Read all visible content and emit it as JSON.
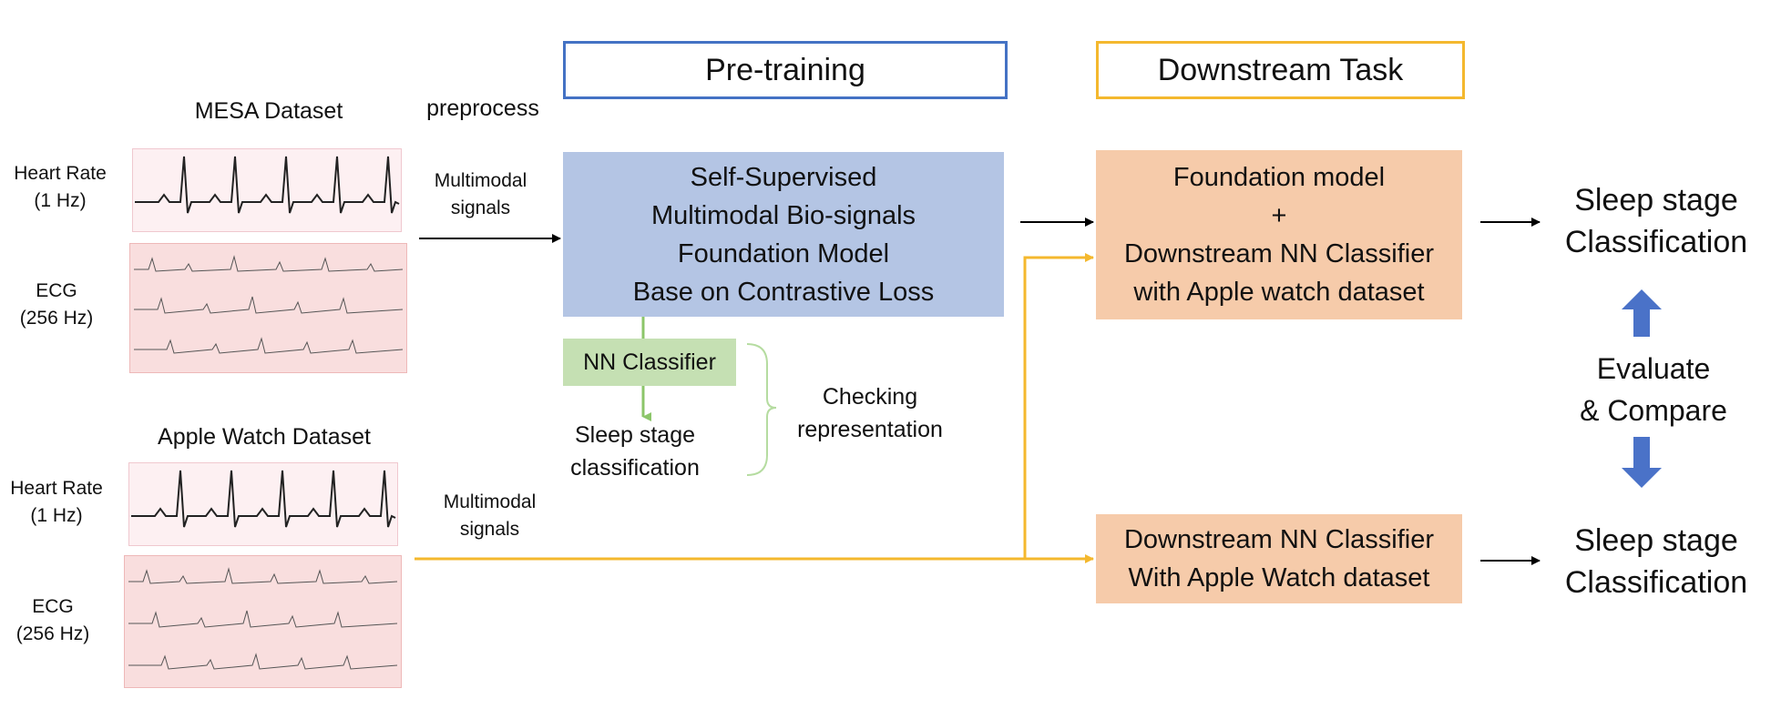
{
  "headers": {
    "pretraining": "Pre-training",
    "downstream": "Downstream Task"
  },
  "mesa": {
    "title": "MESA Dataset",
    "hr_label": [
      "Heart Rate",
      "(1 Hz)"
    ],
    "ecg_label": [
      "ECG",
      "(256 Hz)"
    ]
  },
  "apple": {
    "title": "Apple Watch Dataset",
    "hr_label": [
      "Heart Rate",
      "(1 Hz)"
    ],
    "ecg_label": [
      "ECG",
      "(256 Hz)"
    ]
  },
  "preprocess": "preprocess",
  "multimodal_top": [
    "Multimodal",
    "signals"
  ],
  "multimodal_bottom": [
    "Multimodal",
    "signals"
  ],
  "foundation_box": [
    "Self-Supervised",
    "Multimodal Bio-signals",
    "Foundation Model",
    "Base on Contrastive Loss"
  ],
  "nn_classifier": "NN Classifier",
  "sleep_small": [
    "Sleep stage",
    "classification"
  ],
  "checking": [
    "Checking",
    "representation"
  ],
  "downstream_top": [
    "Foundation model",
    "+",
    "Downstream NN Classifier",
    "with Apple watch dataset"
  ],
  "downstream_bottom": [
    "Downstream NN Classifier",
    "With Apple Watch dataset"
  ],
  "result_top": [
    "Sleep stage",
    "Classification"
  ],
  "result_bottom": [
    "Sleep stage",
    "Classification"
  ],
  "evaluate": [
    "Evaluate",
    "& Compare"
  ],
  "colors": {
    "blue_border": "#4472c4",
    "yellow_border": "#f4b82e",
    "blue_fill": "#b4c5e4",
    "peach_fill": "#f6cbaa",
    "green_fill": "#c5e0b3",
    "green_line": "#8cc66a",
    "yellow_line": "#f4b82e",
    "blue_arrow": "#4a72c8"
  }
}
